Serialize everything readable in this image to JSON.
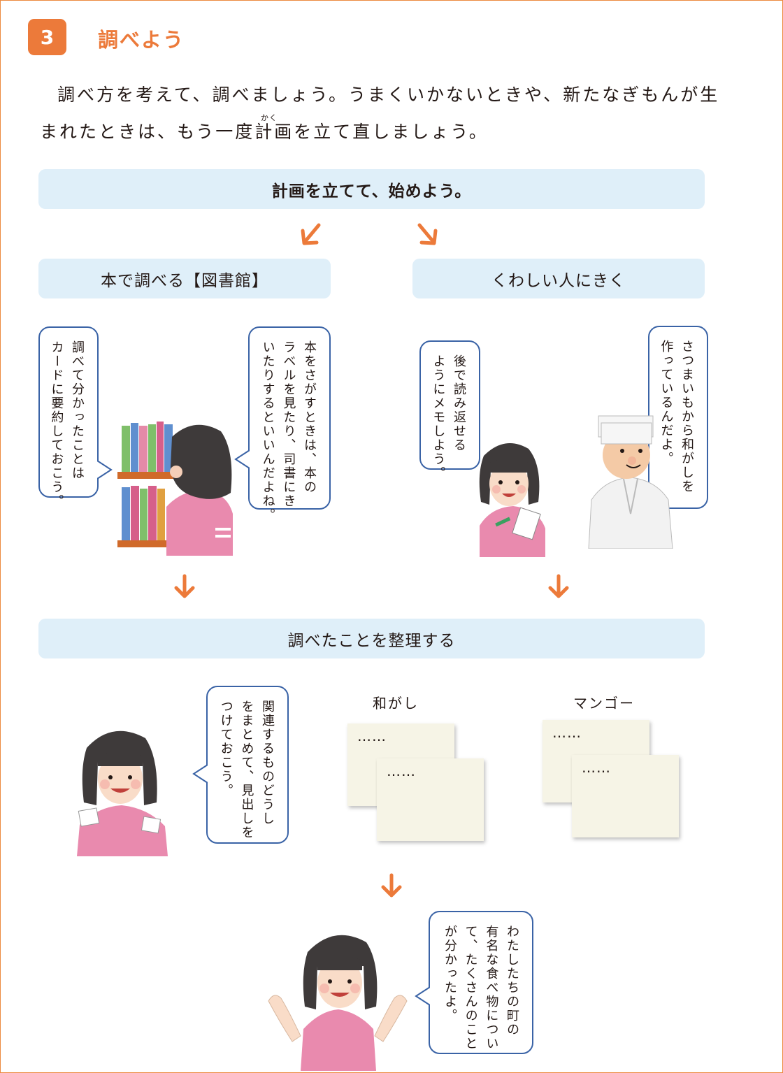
{
  "section": {
    "number": "3",
    "title": "調べよう"
  },
  "intro": {
    "line1": "調べ方を考えて、調べましょう。うまくいかないときや、新たなぎもんが生",
    "line2": "まれたときは、もう一度計画を立て直しましょう。",
    "furigana": "かく"
  },
  "steps": {
    "plan": "計画を立てて、始めよう。",
    "books": "本で調べる【図書館】",
    "ask": "くわしい人にきく",
    "organize": "調べたことを整理する"
  },
  "bubbles": {
    "summary_card": "調べて分かったことは\nカードに要約しておこう。",
    "find_books": "本をさがすときは、本の\nラベルを見たり、司書にき\nいたりするといいんだよね。",
    "sweet_potato": "さつまいもから和がしを\n作っているんだよ。",
    "memo": "後で読み返せる\nようにメモしよう。",
    "group_cards": "関連するものどうし\nをまとめて、見出しを\nつけておこう。",
    "conclusion": "わたしたちの町の\n有名な食べ物につい\nて、たくさんのこと\nが分かったよ。"
  },
  "cards": {
    "group1_label": "和がし",
    "group2_label": "マンゴー",
    "dots": "……"
  },
  "colors": {
    "accent": "#ec7a3a",
    "step_box": "#dfeff9",
    "bubble_border": "#3a63a6",
    "card": "#f6f4e6"
  }
}
